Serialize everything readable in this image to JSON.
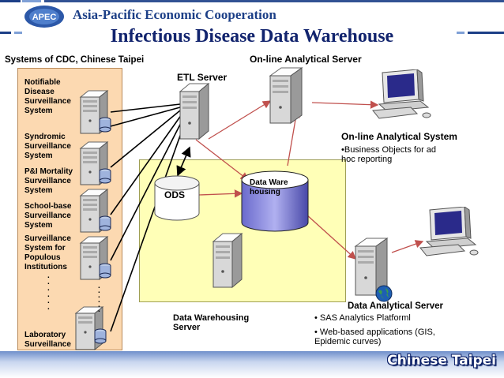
{
  "header": {
    "org_name": "Asia-Pacific Economic Cooperation",
    "logo_text": "APEC",
    "title": "Infectious Disease Data Warehouse"
  },
  "sources": {
    "heading": "Systems of CDC, Chinese Taipei",
    "items": [
      "Notifiable Disease Surveillance System",
      "Syndromic Surveillance System",
      "P&I Mortality Surveillance System",
      "School-base Surveillance System",
      "Surveillance System for Populous Institutions",
      "Laboratory Surveillance"
    ],
    "ellipsis": ". . . . . ."
  },
  "etl": {
    "label": "ETL Server"
  },
  "olap_server": {
    "label": "On-line Analytical Server"
  },
  "olap_system": {
    "title": "On-line Analytical System",
    "bullet": "•Business Objects for ad hoc reporting"
  },
  "warehouse": {
    "ods_label": "ODS",
    "dw_label": "Data Warehousing",
    "server_label": "Data  Warehousing Server"
  },
  "analytical_server": {
    "label": "Data Analytical Server",
    "bullets": [
      "• SAS Analytics Platforml",
      "• Web-based applications (GIS, Epidemic curves)"
    ]
  },
  "footer": {
    "region": "Chinese Taipei"
  },
  "colors": {
    "title_blue": "#12246e",
    "cdc_panel": "#fcd9b1",
    "dw_panel": "#ffffb7",
    "arrow_red": "#c0504d",
    "arrow_black": "#000000",
    "footer_blue": "#6f8fcb"
  }
}
